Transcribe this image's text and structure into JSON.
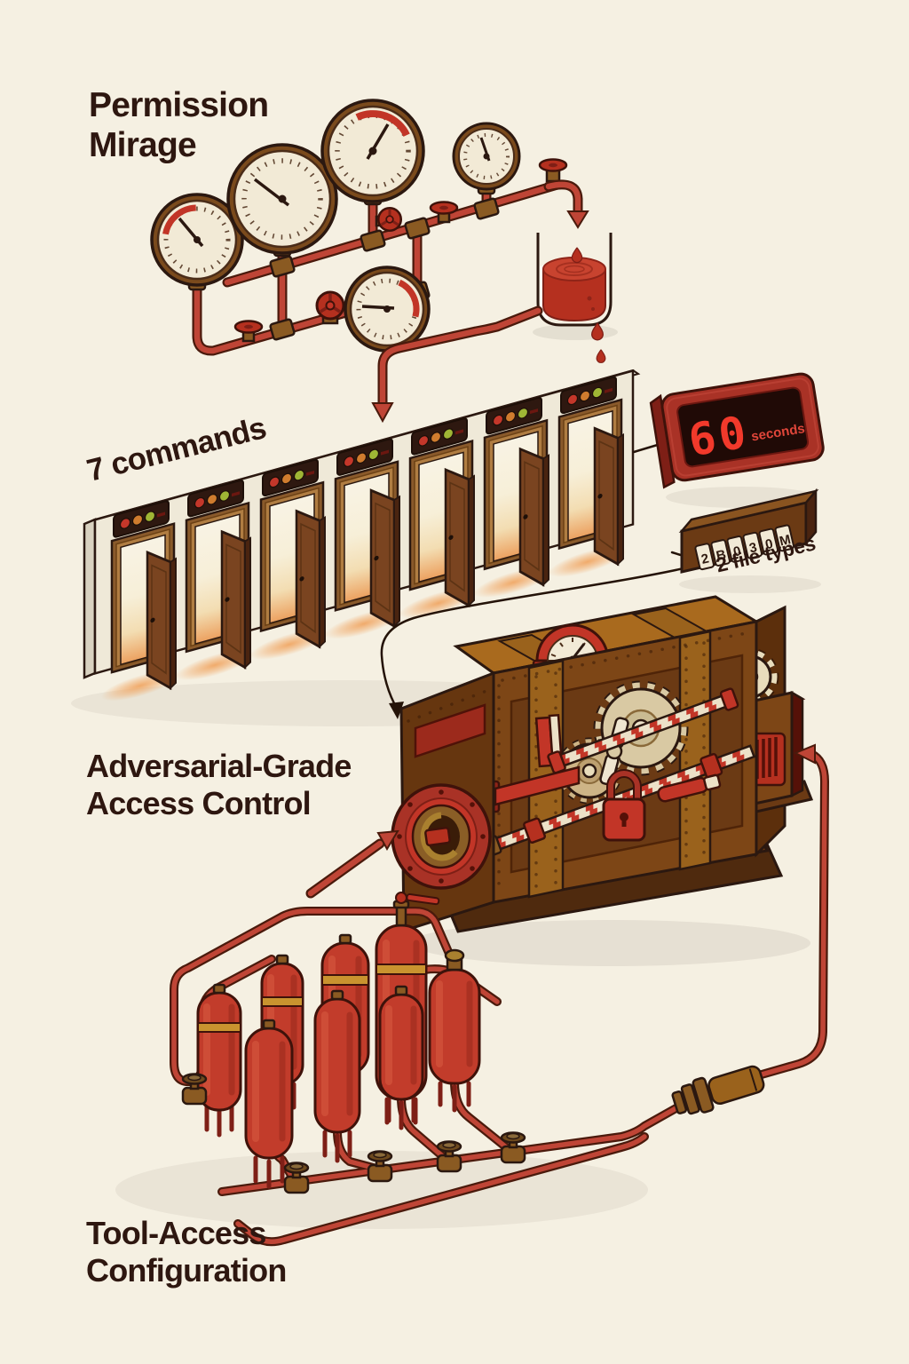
{
  "palette": {
    "background": "#f5f0e2",
    "ink": "#2b1810",
    "label_text": "#2e1710",
    "pipe_red": "#bf4536",
    "tank_red": "#c23c2b",
    "machine_bronze": "#7d4616",
    "brass": "#8a5a22",
    "cream": "#ece1c8",
    "timer_body": "#a93226",
    "led_red": "#f2392b",
    "gold_band": "#c9932f",
    "indicator_red": "#c4372a",
    "indicator_amber": "#d07c2e",
    "indicator_green": "#9fb635"
  },
  "labels": {
    "permission_mirage": {
      "line1": "Permission",
      "line2": "Mirage"
    },
    "commands": "7 commands",
    "access_control": {
      "line1": "Adversarial-Grade",
      "line2": "Access Control"
    },
    "tool_access": {
      "line1": "Tool-Access",
      "line2": "Configuration"
    },
    "file_types": "2 file types"
  },
  "timer": {
    "value": "60",
    "unit": "seconds"
  },
  "counter": {
    "digits": [
      "2",
      "B",
      "0",
      "3",
      "0",
      "M"
    ]
  },
  "scene": {
    "door_count": 7,
    "gauge_count": 5,
    "tank_count": 8
  }
}
